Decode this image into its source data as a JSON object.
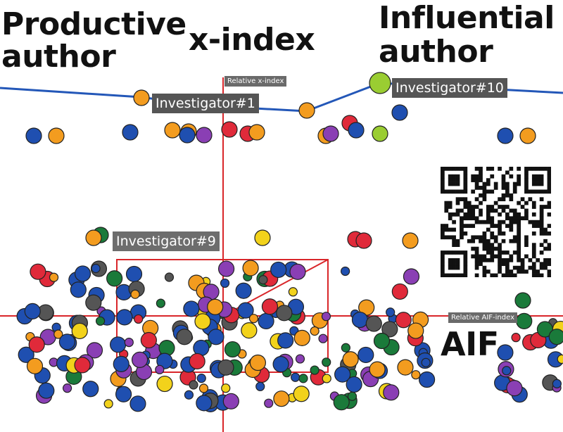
{
  "labels": {
    "productive": "Productive\nauthor",
    "xindex": "x-index",
    "influential": "Influential\nauthor",
    "aif": "AIF",
    "investigator1": "Investigator#1",
    "investigator9": "Investigator#9",
    "investigator10": "Investigator#10",
    "relative_xindex": "Relative x-index",
    "relative_aif": "Relative AIF-index"
  },
  "colors": {
    "blue": "#1f4fb0",
    "orange": "#f39c1f",
    "purple": "#8a3fb4",
    "red": "#e02a3a",
    "green": "#1a7a3a",
    "lime": "#9acd32",
    "yellow": "#f2d21b",
    "gray": "#555555",
    "line": "#2357b8",
    "cross": "#d9262a"
  },
  "chart_data": {
    "type": "scatter",
    "series": [
      {
        "name": "Investigator#1",
        "role": "productive-author"
      },
      {
        "name": "Investigator#9"
      },
      {
        "name": "Investigator#10",
        "role": "influential-author"
      }
    ],
    "axes": {
      "x": "Relative x-index",
      "y": "Relative AIF-index"
    },
    "grid": false,
    "qr_code": true
  }
}
